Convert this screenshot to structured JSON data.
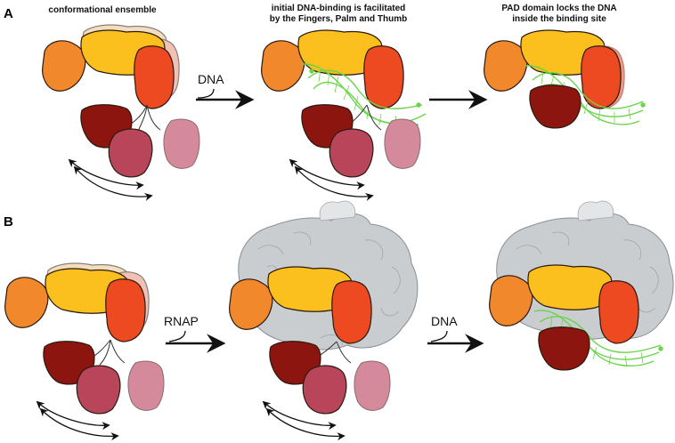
{
  "panels": [
    {
      "letter": "A",
      "captions": [
        {
          "lines": [
            "conformational ensemble"
          ]
        },
        {
          "lines": [
            "initial DNA-binding is facilitated",
            "by the Fingers, Palm and Thumb"
          ]
        },
        {
          "lines": [
            "PAD domain locks the DNA",
            "inside the binding site"
          ]
        }
      ],
      "arrow_labels": [
        "DNA",
        ""
      ]
    },
    {
      "letter": "B",
      "arrow_labels": [
        "RNAP",
        "DNA"
      ]
    }
  ],
  "colors": {
    "fingers": "#f2882c",
    "palm": "#fbbf1e",
    "thumb": "#ee4a22",
    "thumb_shadow": "#e8907c",
    "pad_dark": "#8c160f",
    "pad_mid": "#b8455a",
    "pad_light": "#d48a9a",
    "dna": "#6ad44a",
    "rnap_surface": "#c9cdd0",
    "arrow": "#111111"
  }
}
